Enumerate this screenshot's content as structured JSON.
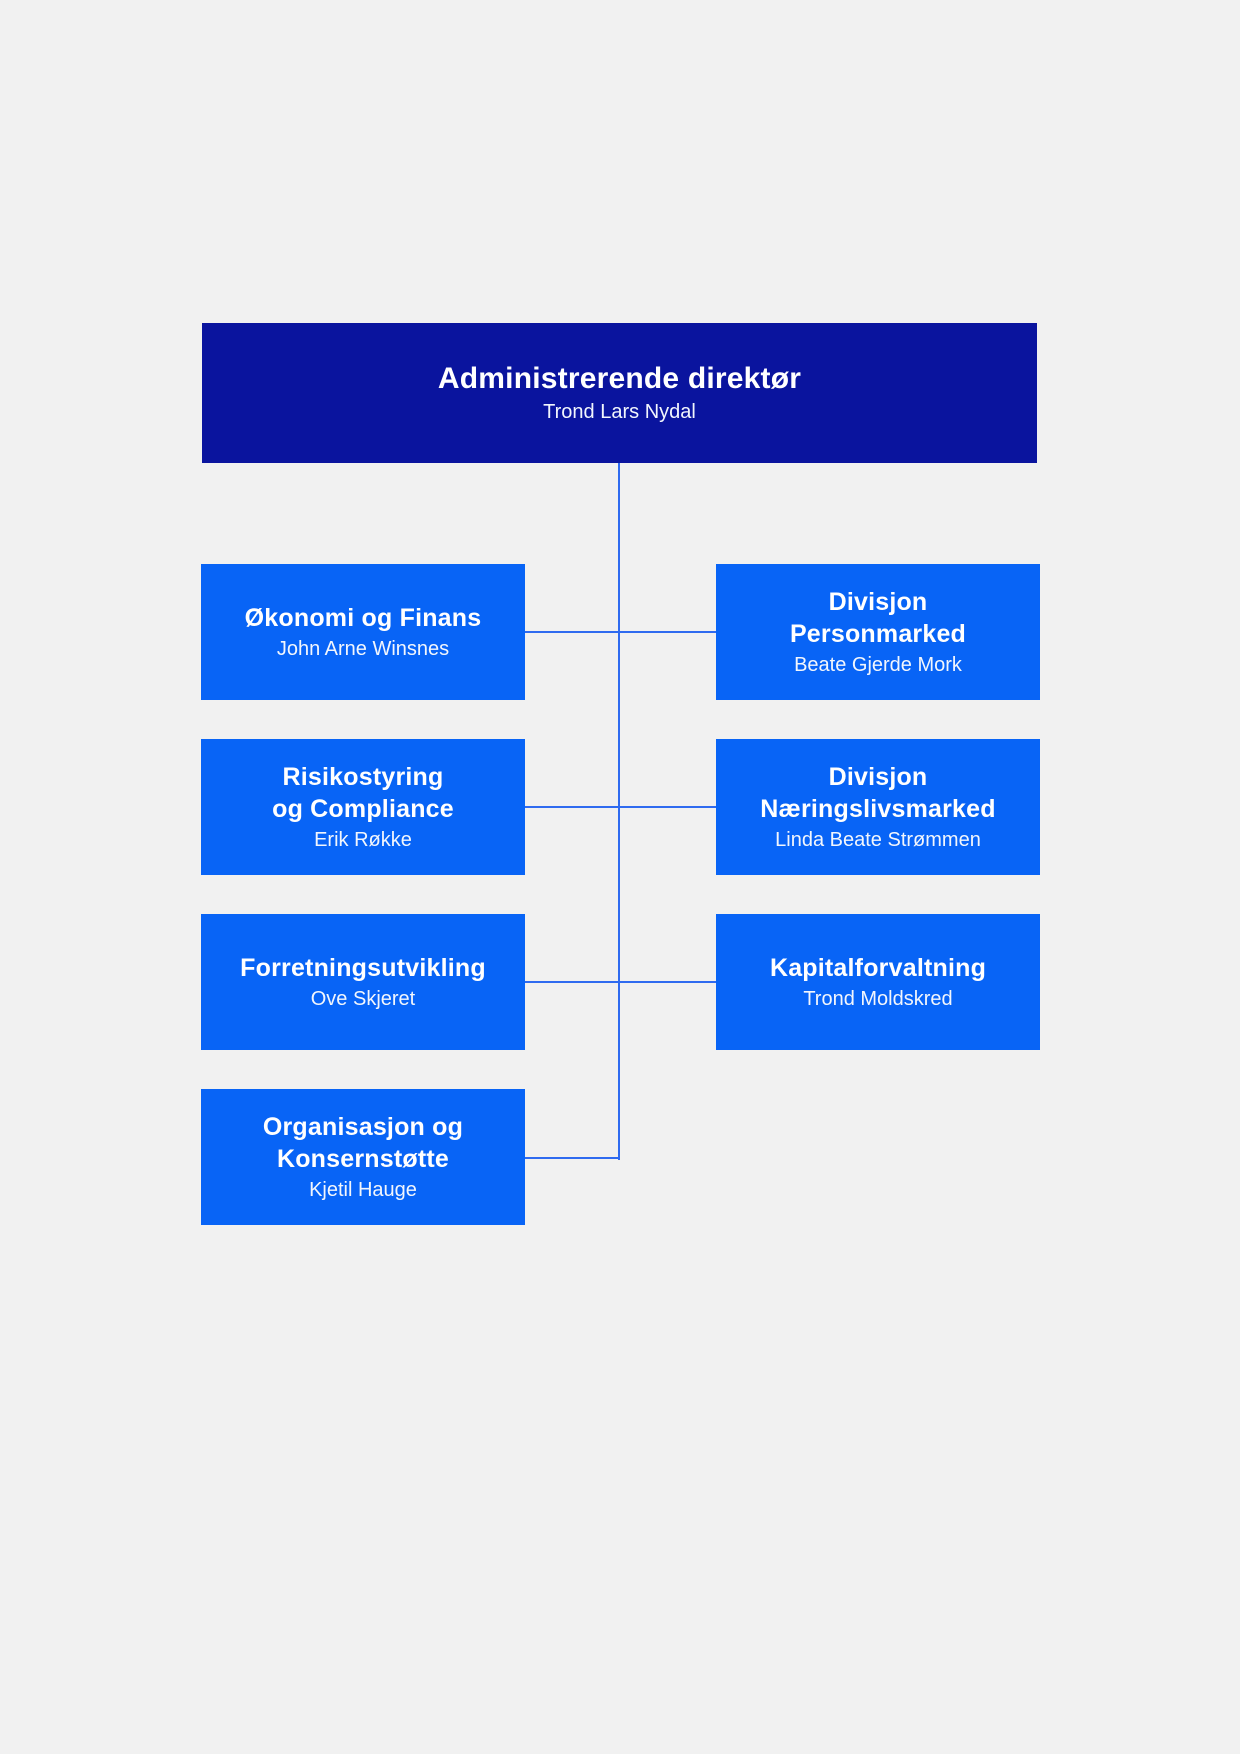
{
  "colors": {
    "background": "#f1f1f1",
    "root_box": "#0A149E",
    "child_box": "#0864F6",
    "connector_line": "#2F6BF0",
    "text": "#ffffff"
  },
  "root": {
    "title": "Administrerende direktør",
    "name": "Trond Lars Nydal"
  },
  "left_column": [
    {
      "title": "Økonomi og Finans",
      "name": "John Arne Winsnes"
    },
    {
      "title": "Risikostyring\nog Compliance",
      "name": "Erik Røkke"
    },
    {
      "title": "Forretningsutvikling",
      "name": "Ove Skjeret"
    },
    {
      "title": "Organisasjon og\nKonsernstøtte",
      "name": "Kjetil Hauge"
    }
  ],
  "right_column": [
    {
      "title": "Divisjon\nPersonmarked",
      "name": "Beate Gjerde Mork"
    },
    {
      "title": "Divisjon\nNæringslivsmarked",
      "name": "Linda Beate Strømmen"
    },
    {
      "title": "Kapitalforvaltning",
      "name": "Trond Moldskred"
    }
  ]
}
